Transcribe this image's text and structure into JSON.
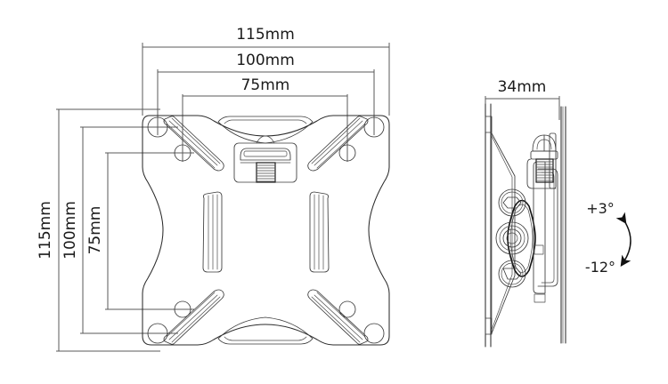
{
  "drawing": {
    "title": "TV wall mount bracket technical drawing",
    "background_color": "#ffffff",
    "line_color": "#2b2b2b",
    "dimension_color": "#5a5a5a",
    "text_color": "#1a1a1a"
  },
  "front_view": {
    "name": "front-view",
    "horizontal_dimensions": [
      {
        "label": "115mm",
        "value": 115,
        "unit": "mm",
        "orientation": "horizontal"
      },
      {
        "label": "100mm",
        "value": 100,
        "unit": "mm",
        "orientation": "horizontal"
      },
      {
        "label": "75mm",
        "value": 75,
        "unit": "mm",
        "orientation": "horizontal"
      }
    ],
    "vertical_dimensions": [
      {
        "label": "115mm",
        "value": 115,
        "unit": "mm",
        "orientation": "vertical"
      },
      {
        "label": "100mm",
        "value": 100,
        "unit": "mm",
        "orientation": "vertical"
      },
      {
        "label": "75mm",
        "value": 75,
        "unit": "mm",
        "orientation": "vertical"
      }
    ]
  },
  "side_view": {
    "name": "side-view",
    "depth_dimension": {
      "label": "34mm",
      "value": 34,
      "unit": "mm",
      "orientation": "horizontal"
    },
    "tilt_angles": {
      "up": {
        "label": "+3°",
        "value": 3,
        "unit": "degrees"
      },
      "down": {
        "label": "-12°",
        "value": -12,
        "unit": "degrees"
      }
    }
  }
}
